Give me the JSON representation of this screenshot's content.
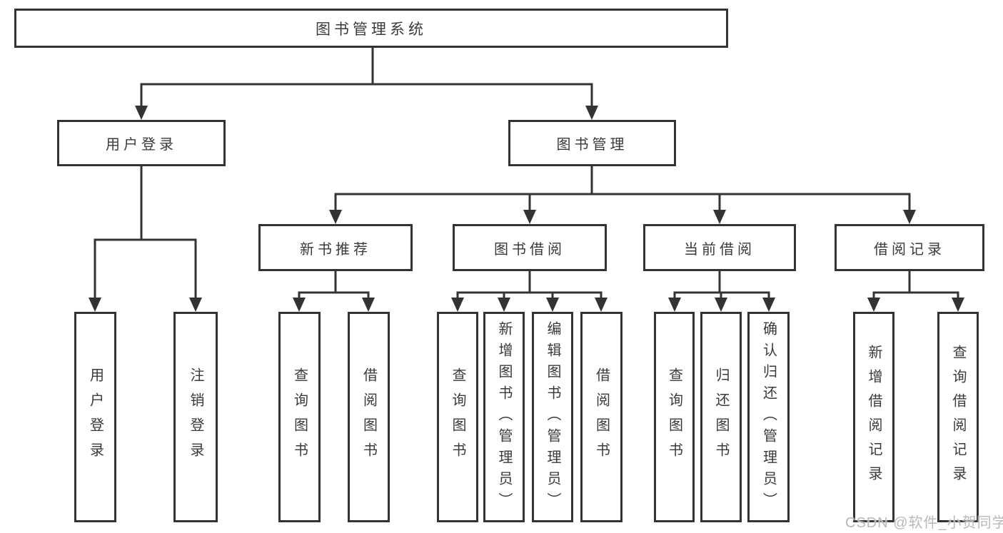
{
  "diagram": {
    "root": {
      "label": "图书管理系统"
    },
    "level2": [
      {
        "label": "用户登录"
      },
      {
        "label": "图书管理"
      }
    ],
    "level3": [
      {
        "label": "新书推荐"
      },
      {
        "label": "图书借阅"
      },
      {
        "label": "当前借阅"
      },
      {
        "label": "借阅记录"
      }
    ],
    "leaves": [
      {
        "label": "用户登录"
      },
      {
        "label": "注销登录"
      },
      {
        "label": "查询图书"
      },
      {
        "label": "借阅图书"
      },
      {
        "label": "查询图书"
      },
      {
        "label": "新增图书（管理员）"
      },
      {
        "label": "编辑图书（管理员）"
      },
      {
        "label": "借阅图书"
      },
      {
        "label": "查询图书"
      },
      {
        "label": "归还图书"
      },
      {
        "label": "确认归还（管理员）"
      },
      {
        "label": "新增借阅记录"
      },
      {
        "label": "查询借阅记录"
      }
    ]
  },
  "watermark": {
    "text": "CSDN @软件_小贺同学"
  },
  "colors": {
    "line": "#333333",
    "text": "#3a3a3a",
    "watermark": "#b8b8b8",
    "background": "#ffffff"
  }
}
